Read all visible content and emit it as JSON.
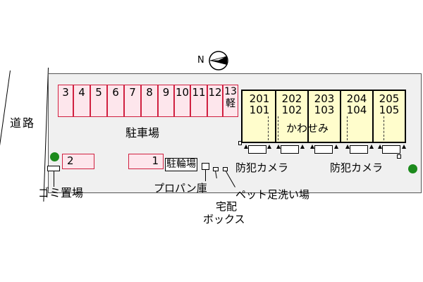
{
  "north_symbol": "N",
  "road_label": "道路",
  "parking_label": "駐車場",
  "spaces_top": [
    "3",
    "4",
    "5",
    "6",
    "7",
    "8",
    "9",
    "10",
    "11",
    "12"
  ],
  "space_13": "13",
  "space_13_kei": "軽",
  "space_2": "2",
  "space_1": "1",
  "bicycle_label": "駐輪場",
  "units_top": [
    "201",
    "202",
    "203",
    "204",
    "205"
  ],
  "units_bottom": [
    "101",
    "102",
    "103",
    "104",
    "105"
  ],
  "building_name": "かわせみ",
  "camera_label_1": "防犯カメラ",
  "camera_label_2": "防犯カメラ",
  "garbage_label": "ゴミ置場",
  "propane_label": "プロパン庫",
  "delivery_box_line1": "宅配",
  "delivery_box_line2": "ボックス",
  "pet_wash_label": "ペット足洗い場",
  "colors": {
    "parking_fill": "#fde6ec",
    "parking_border": "#d02040",
    "building_fill": "#fffdcc",
    "tree": "#1c8a1c"
  }
}
